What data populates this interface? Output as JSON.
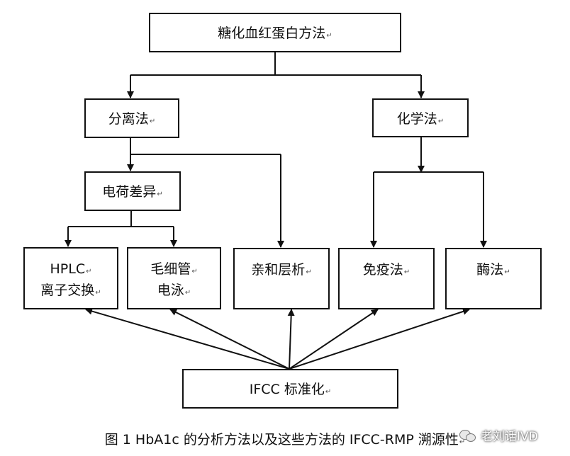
{
  "nodes": {
    "root": "糖化血红蛋白方法",
    "separation": "分离法",
    "chemical": "化学法",
    "charge": "电荷差异",
    "hplc_1": "HPLC",
    "hplc_2": "离子交换",
    "ce_1": "毛细管",
    "ce_2": "电泳",
    "affinity": "亲和层析",
    "immuno": "免疫法",
    "enzyme": "酶法",
    "ifcc": "IFCC 标准化"
  },
  "paragraph_mark": "↵",
  "caption": "图 1 HbA1c 的分析方法以及这些方法的 IFCC-RMP 溯源性",
  "watermark": "老刘话IVD",
  "colors": {
    "line": "#111111",
    "box_border": "#111111",
    "background": "#ffffff"
  }
}
